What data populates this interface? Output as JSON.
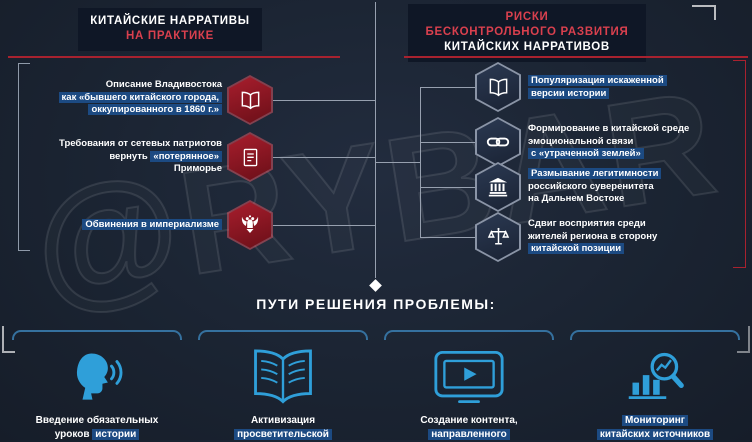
{
  "watermark": "@RYBAR",
  "colors": {
    "background": "#1b2432",
    "accent_red": "#d9404e",
    "line_red": "#a8222f",
    "highlight_blue": "#1c4a82",
    "icon_blue": "#2f9fd9",
    "hex_red": "#8e1722",
    "hex_dark": "#232f45"
  },
  "left_panel": {
    "title_line1": "КИТАЙСКИЕ НАРРАТИВЫ",
    "title_line2": "НА ПРАКТИКЕ",
    "items": [
      {
        "icon": "open-book-icon",
        "segments": [
          {
            "t": "Описание Владивостока"
          },
          {
            "br": true
          },
          {
            "t": "как «бывшего китайского города,",
            "h": true
          },
          {
            "br": true
          },
          {
            "t": "оккупированного в 1860 г.»",
            "h": true
          }
        ]
      },
      {
        "icon": "document-icon",
        "segments": [
          {
            "t": "Требования от сетевых патриотов"
          },
          {
            "br": true
          },
          {
            "t": "вернуть "
          },
          {
            "t": "«потерянное»",
            "h": true
          },
          {
            "br": true
          },
          {
            "t": "Приморье"
          }
        ]
      },
      {
        "icon": "double-eagle-icon",
        "segments": [
          {
            "t": "Обвинения в империализме",
            "h": true
          }
        ]
      }
    ]
  },
  "right_panel": {
    "title_line1": "РИСКИ",
    "title_line2": "БЕСКОНТРОЛЬНОГО РАЗВИТИЯ",
    "title_line3": "КИТАЙСКИХ НАРРАТИВОВ",
    "items": [
      {
        "icon": "open-book-icon",
        "segments": [
          {
            "t": "Популяризация искаженной",
            "h": true
          },
          {
            "br": true
          },
          {
            "t": "версии истории",
            "h": true
          }
        ]
      },
      {
        "icon": "chain-link-icon",
        "segments": [
          {
            "t": "Формирование в китайской среде"
          },
          {
            "br": true
          },
          {
            "t": "эмоциональной связи"
          },
          {
            "br": true
          },
          {
            "t": "с «утраченной землей»",
            "h": true
          }
        ]
      },
      {
        "icon": "government-building-icon",
        "segments": [
          {
            "t": "Размывание легитимности",
            "h": true
          },
          {
            "br": true
          },
          {
            "t": "российского суверенитета"
          },
          {
            "br": true
          },
          {
            "t": "на Дальнем Востоке"
          }
        ]
      },
      {
        "icon": "scales-icon",
        "segments": [
          {
            "t": "Сдвиг восприятия среди"
          },
          {
            "br": true
          },
          {
            "t": "жителей региона в сторону"
          },
          {
            "br": true
          },
          {
            "t": "китайской позиции",
            "h": true
          }
        ]
      }
    ]
  },
  "solutions": {
    "title": "ПУТИ РЕШЕНИЯ ПРОБЛЕМЫ:",
    "items": [
      {
        "icon": "speaking-head-icon",
        "segments": [
          {
            "t": "Введение обязательных"
          },
          {
            "br": true
          },
          {
            "t": "уроков "
          },
          {
            "t": "истории",
            "h": true
          }
        ]
      },
      {
        "icon": "open-book-icon",
        "segments": [
          {
            "t": "Активизация"
          },
          {
            "br": true
          },
          {
            "t": "просветительской",
            "h": true
          }
        ]
      },
      {
        "icon": "video-player-icon",
        "segments": [
          {
            "t": "Создание контента,"
          },
          {
            "br": true
          },
          {
            "t": "направленного",
            "h": true
          }
        ]
      },
      {
        "icon": "chart-magnifier-icon",
        "segments": [
          {
            "t": "Мониторинг",
            "h": true
          },
          {
            "br": true
          },
          {
            "t": "китайских источников",
            "h": true
          }
        ]
      }
    ]
  }
}
